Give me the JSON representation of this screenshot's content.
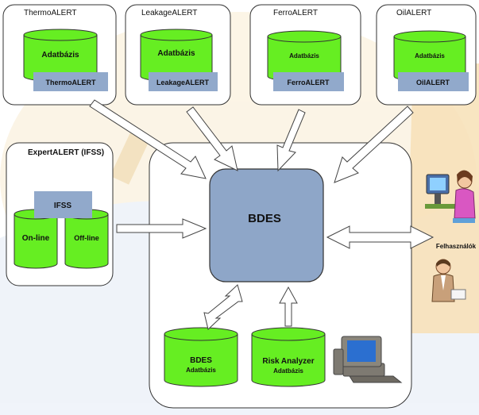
{
  "systems": [
    {
      "title": "ThermoALERT",
      "db_label": "Adatbázis",
      "module_label": "ThermoALERT"
    },
    {
      "title": "LeakageALERT",
      "db_label": "Adatbázis",
      "module_label": "LeakageALERT"
    },
    {
      "title": "FerroALERT",
      "db_label": "Adatbázis",
      "module_label": "FerroALERT"
    },
    {
      "title": "OilALERT",
      "db_label": "Adatbázis",
      "module_label": "OilALERT"
    }
  ],
  "expert": {
    "title": "ExpertALERT (IFSS)",
    "module_label": "IFSS",
    "online_label": "On-line",
    "offline_label": "Off-line"
  },
  "center": {
    "label": "BDES",
    "db_title": "BDES",
    "db_subtitle": "Adatbázis",
    "risk_title": "Risk Analyzer",
    "risk_subtitle": "Adatbázis"
  },
  "users_label": "Felhasználók",
  "colors": {
    "cylinder_green": "#66ee22",
    "module_blue": "#91a9cb",
    "bdes_blue": "#8ea6c8",
    "watermark_orange": "#f3d9a6",
    "watermark_blue": "#d8e4f2"
  }
}
